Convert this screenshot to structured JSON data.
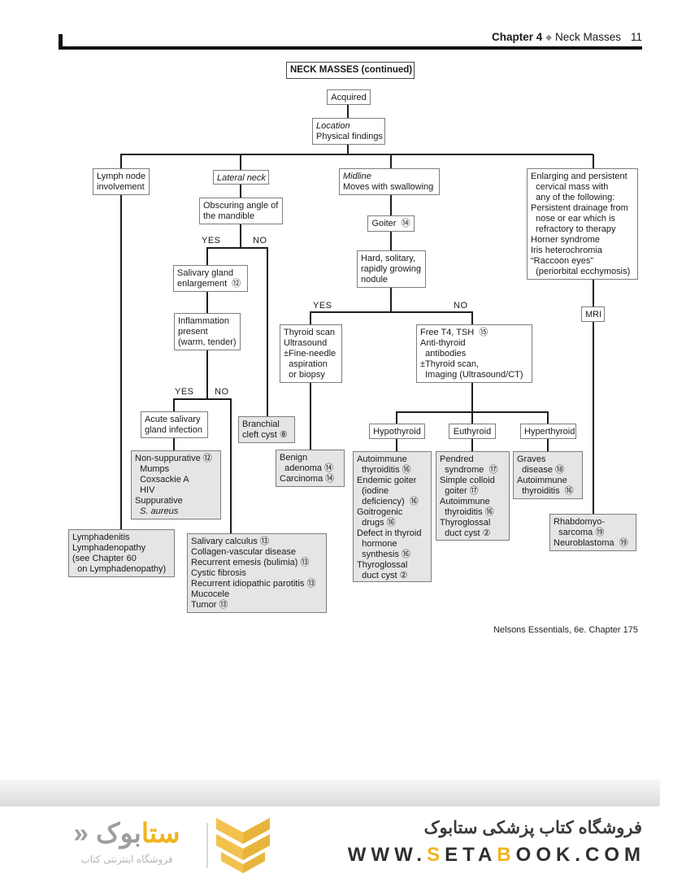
{
  "header": {
    "chapter": "Chapter 4",
    "diamond": "◆",
    "title": "Neck Masses",
    "page_number": "11"
  },
  "flowchart": {
    "title": "NECK MASSES (continued)",
    "labels": {
      "yes": "YES",
      "no": "NO"
    },
    "citation": "Nelsons Essentials, 6e. Chapter 175",
    "nodes": {
      "acquired": {
        "lines": [
          "Acquired"
        ]
      },
      "location": {
        "lines": [
          {
            "text": "Location",
            "italic": true
          },
          "Physical findings"
        ]
      },
      "lymph_node": {
        "lines": [
          "Lymph node",
          "involvement"
        ]
      },
      "lateral_neck": {
        "lines": [
          {
            "text": "Lateral neck",
            "italic": true
          }
        ]
      },
      "obscuring": {
        "lines": [
          "Obscuring angle of",
          "the mandible"
        ]
      },
      "salivary_enlargement": {
        "lines": [
          "Salivary gland",
          "enlargement  ⑫"
        ]
      },
      "inflammation": {
        "lines": [
          "Inflammation",
          "present",
          "(warm, tender)"
        ]
      },
      "acute_salivary": {
        "lines": [
          "Acute salivary",
          "gland infection"
        ]
      },
      "non_suppurative": {
        "lines": [
          "Non-suppurative ⑫",
          "  Mumps",
          "  Coxsackie A",
          "  HIV",
          "Suppurative",
          {
            "text": "  S. aureus",
            "italic": true
          }
        ]
      },
      "lymphadenitis": {
        "lines": [
          "Lymphadenitis",
          "Lymphadenopathy",
          "(see Chapter 60",
          "  on Lymphadenopathy)"
        ]
      },
      "salivary_calculus": {
        "lines": [
          "Salivary calculus ⑬",
          "Collagen-vascular disease",
          "Recurrent emesis (bulimia) ⑬",
          "Cystic fibrosis",
          "Recurrent idiopathic parotitis ⑬",
          "Mucocele",
          "Tumor ⑬"
        ]
      },
      "branchial": {
        "lines": [
          "Branchial",
          "cleft cyst ⑧"
        ]
      },
      "midline": {
        "lines": [
          {
            "text": "Midline",
            "italic": true
          },
          "Moves with swallowing"
        ]
      },
      "goiter": {
        "lines": [
          "Goiter  ⑭"
        ]
      },
      "hard_nodule": {
        "lines": [
          "Hard, solitary,",
          "rapidly growing",
          "nodule"
        ]
      },
      "thyroid_scan": {
        "lines": [
          "Thyroid scan",
          "Ultrasound",
          "±Fine-needle",
          "  aspiration",
          "  or biopsy"
        ]
      },
      "free_t4": {
        "lines": [
          "Free T4, TSH  ⑮",
          "Anti-thyroid",
          "  antibodies",
          "±Thyroid scan,",
          "  Imaging (Ultrasound/CT)"
        ]
      },
      "benign": {
        "lines": [
          "Benign",
          "  adenoma ⑭",
          "Carcinoma ⑭"
        ]
      },
      "hypothyroid": {
        "lines": [
          "Hypothyroid"
        ]
      },
      "euthyroid": {
        "lines": [
          "Euthyroid"
        ]
      },
      "hyperthyroid": {
        "lines": [
          "Hyperthyroid"
        ]
      },
      "hypothyroid_list": {
        "lines": [
          "Autoimmune",
          "  thyroiditis ⑯",
          "Endemic goiter",
          "  (iodine",
          "  deficiency)  ⑯",
          "Goitrogenic",
          "  drugs ⑯",
          "Defect in thyroid",
          "  hormone",
          "  synthesis ⑯",
          "Thyroglossal",
          "  duct cyst ②"
        ]
      },
      "euthyroid_list": {
        "lines": [
          "Pendred",
          "  syndrome  ⑰",
          "Simple colloid",
          "  goiter ⑰",
          "Autoimmune",
          "  thyroiditis ⑯",
          "Thyroglossal",
          "  duct cyst ②"
        ]
      },
      "hyperthyroid_list": {
        "lines": [
          "Graves",
          "  disease ⑱",
          "Autoimmune",
          "  thyroiditis  ⑯"
        ]
      },
      "enlarging": {
        "lines": [
          "Enlarging and persistent",
          "  cervical mass with",
          "  any of the following:",
          "Persistent drainage from",
          "  nose or ear which is",
          "  refractory to therapy",
          "Horner syndrome",
          "Iris heterochromia",
          "“Raccoon eyes”",
          "  (periorbital ecchymosis)"
        ]
      },
      "mri": {
        "lines": [
          "MRI"
        ]
      },
      "rhabdo": {
        "lines": [
          "Rhabdomyo-",
          "  sarcoma ⑲",
          "Neuroblastoma  ⑲"
        ]
      }
    }
  },
  "footer": {
    "accent_color": "#F0B41E",
    "brand_fa_segments": [
      {
        "text": "ستا",
        "accent": true
      },
      {
        "text": "بوک"
      },
      {
        "text": " «"
      }
    ],
    "brand_tagline_fa": "فروشگاه اینترنتی کتاب",
    "store_title_fa": "فروشگاه کتاب پزشکی ستابوک",
    "url_segments": [
      {
        "text": "WWW."
      },
      {
        "text": "S",
        "accent": true
      },
      {
        "text": "ETA"
      },
      {
        "text": "B",
        "accent": true
      },
      {
        "text": "OOK.COM"
      }
    ]
  }
}
